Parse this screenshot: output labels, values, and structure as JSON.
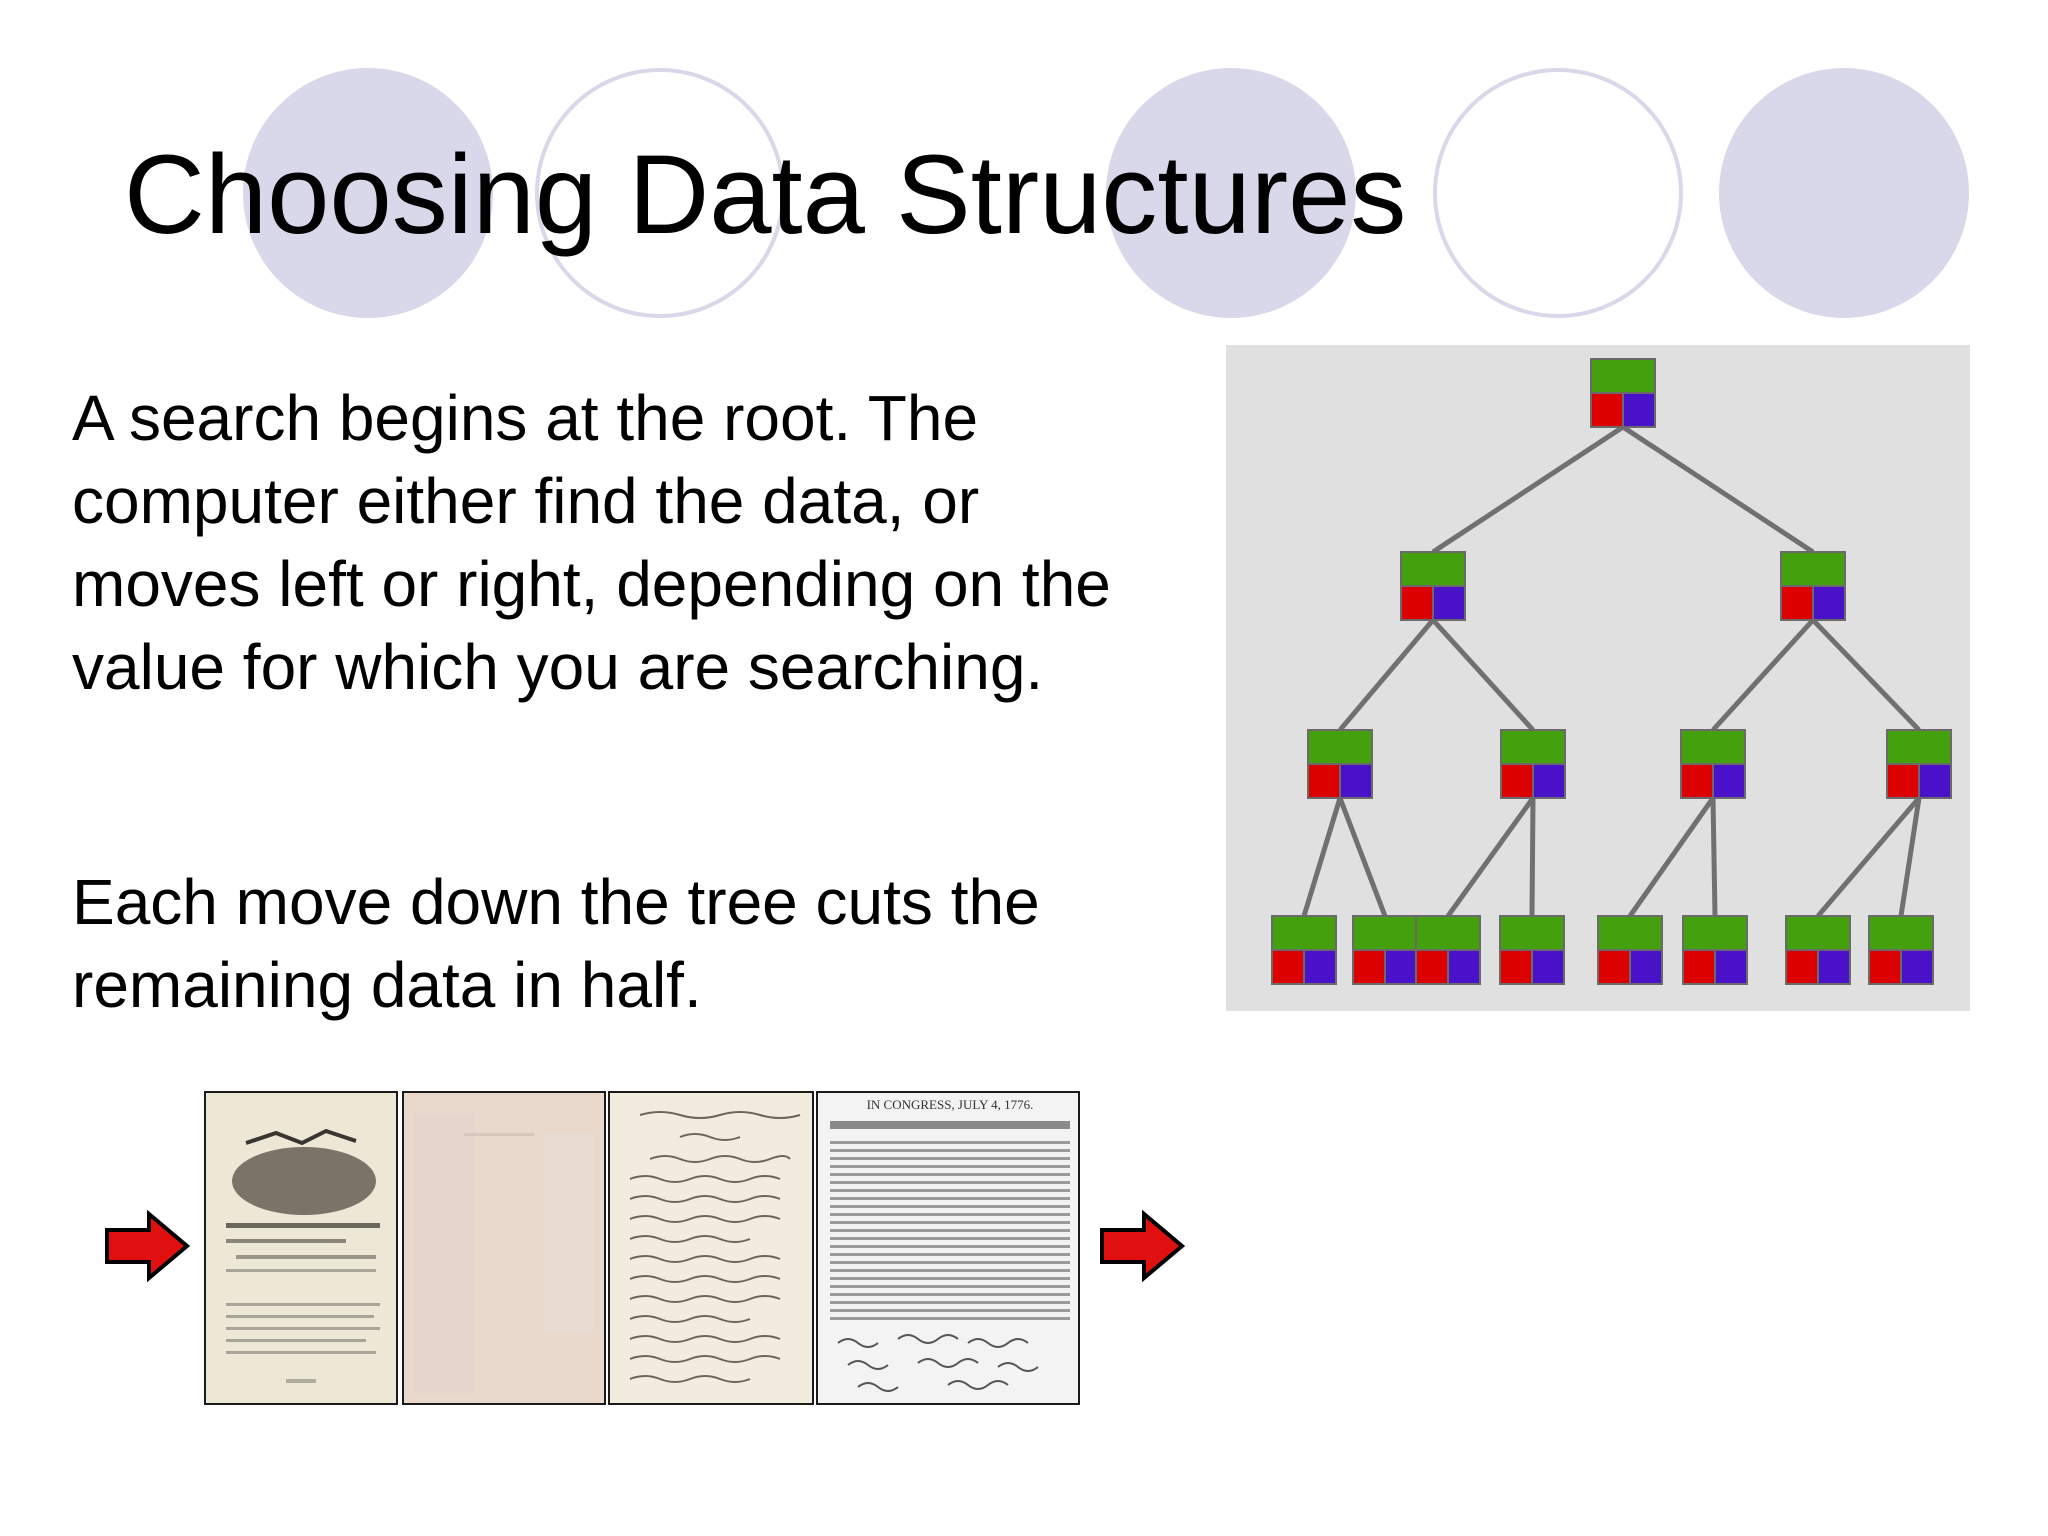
{
  "slide": {
    "title": "Choosing Data Structures",
    "paragraphs": [
      "A search begins at the root.  The computer either find the data, or moves left or right, depending on the value for which you are searching.",
      "Each move down the tree cuts the remaining data in half."
    ]
  },
  "tree_diagram": {
    "levels": [
      1,
      2,
      4,
      8
    ],
    "node_colors": {
      "top": "#44a00c",
      "left": "#dc0000",
      "right": "#4a12c8",
      "border": "#6a6a6a"
    },
    "edge_color": "#707070",
    "background": "#e0e0e0"
  },
  "document_strip": {
    "documents": [
      {
        "name": "engraved-commission-document",
        "visible_heading": ""
      },
      {
        "name": "faded-manuscript-page",
        "visible_heading": ""
      },
      {
        "name": "handwritten-letter-page",
        "visible_heading": ""
      },
      {
        "name": "declaration-of-independence",
        "visible_heading": "IN CONGRESS, JULY 4, 1776."
      }
    ],
    "arrow_color": "#e01010"
  },
  "decor": {
    "circle_color": "#d8d8ea"
  }
}
